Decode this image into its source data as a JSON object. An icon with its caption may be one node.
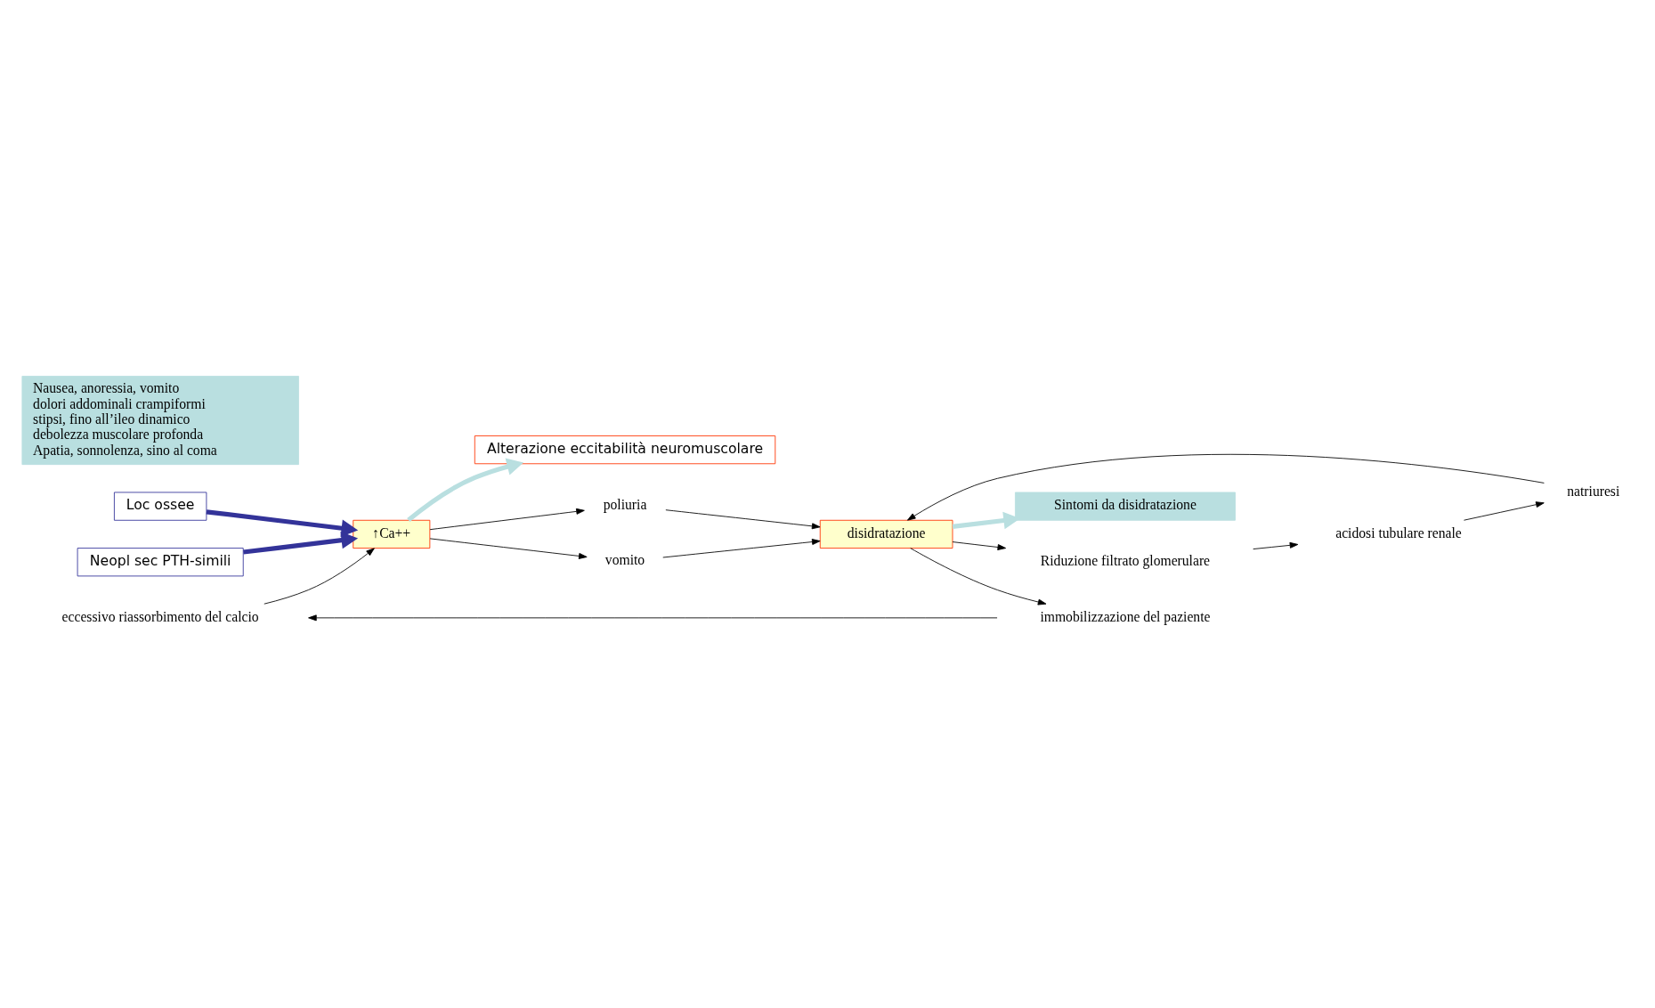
{
  "diagram": {
    "nodes": [
      {
        "text": [
          "eccessivo riassorbimento del calcio"
        ]
      },
      {
        "text": [
          "immobilizzazione del paziente"
        ]
      },
      {
        "text": [
          "Loc ossee"
        ]
      },
      {
        "text": [
          "↑Ca++"
        ]
      },
      {
        "text": [
          "poliuria"
        ]
      },
      {
        "text": [
          "disidratazione"
        ]
      },
      {
        "text": [
          "Sintomi da disidratazione"
        ]
      },
      {
        "text": [
          "Neopl sec PTH-simili"
        ]
      },
      {
        "text": [
          "vomito"
        ]
      },
      {
        "text": [
          "Riduzione filtrato glomerulare"
        ]
      },
      {
        "text": [
          "Alterazione eccitabilità neuromuscolare"
        ]
      },
      {
        "text": [
          "natriuresi"
        ]
      },
      {
        "text": [
          "acidosi tubulare renale"
        ]
      },
      {
        "text": [
          "Nausea, anoressia, vomito",
          "dolori addominali crampiformi",
          "stipsi, fino all’ileo dinamico",
          "debolezza muscolare profonda",
          "Apatia, sonnolenza, sino al coma"
        ]
      }
    ],
    "edges": [
      {
        "from": 1,
        "to": 0,
        "arrow": "to"
      },
      {
        "from": 0,
        "to": 3,
        "arrow": "to"
      },
      {
        "from": 2,
        "to": 3,
        "arrow": "to",
        "style": "thick",
        "color": "#333399"
      },
      {
        "from": 7,
        "to": 3,
        "arrow": "to",
        "style": "thick",
        "color": "#333399"
      },
      {
        "from": 3,
        "to": 4,
        "arrow": "to"
      },
      {
        "from": 3,
        "to": 8,
        "arrow": "to"
      },
      {
        "from": 4,
        "to": 5,
        "arrow": "to"
      },
      {
        "from": 8,
        "to": 5,
        "arrow": "to"
      },
      {
        "from": 5,
        "to": 1,
        "arrow": "to"
      },
      {
        "from": 5,
        "to": 6,
        "arrow": "to",
        "style": "thick",
        "color": "#b9dfe0"
      },
      {
        "from": 5,
        "to": 9,
        "arrow": "to"
      },
      {
        "from": 9,
        "to": 12,
        "arrow": "to"
      },
      {
        "from": 12,
        "to": 11,
        "arrow": "to"
      },
      {
        "from": 11,
        "to": 5,
        "arrow": "to"
      },
      {
        "from": 3,
        "to": 10,
        "arrow": "to",
        "style": "thick",
        "color": "#b9dfe0"
      }
    ]
  }
}
